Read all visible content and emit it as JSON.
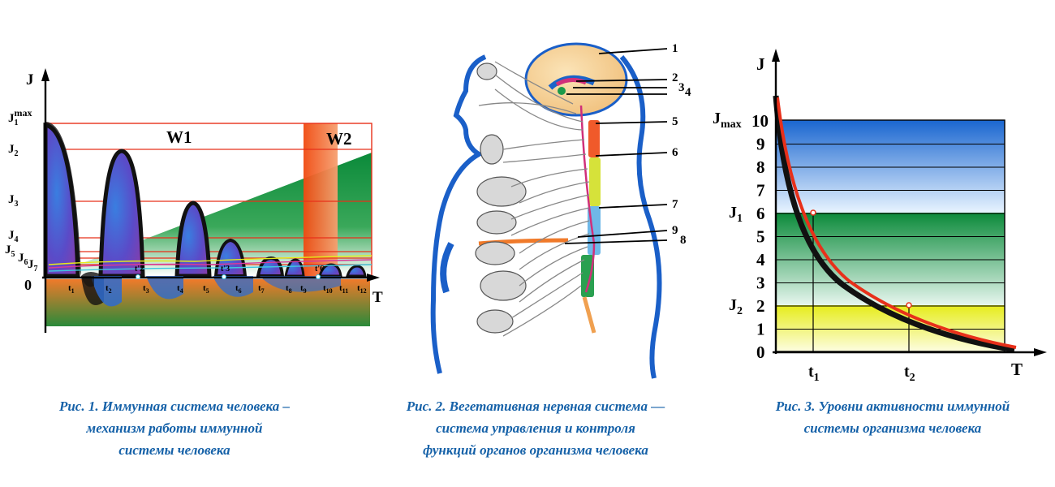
{
  "fig1": {
    "caption": "Рис. 1. Иммунная система человека –\nмеханизм работы иммунной\nсистемы человека",
    "y_axis": "J",
    "x_axis": "T",
    "origin": "0",
    "zones": [
      "W1",
      "W2"
    ],
    "levels": [
      {
        "key": "J1max",
        "base": "J",
        "sub": "1",
        "sup": "max"
      },
      {
        "key": "J2",
        "base": "J",
        "sub": "2"
      },
      {
        "key": "J3",
        "base": "J",
        "sub": "3"
      },
      {
        "key": "J4",
        "base": "J",
        "sub": "4"
      },
      {
        "key": "J5",
        "base": "J",
        "sub": "5"
      },
      {
        "key": "J6",
        "base": "J",
        "sub": "6"
      },
      {
        "key": "J7",
        "base": "J",
        "sub": "7"
      }
    ],
    "time_marks": [
      "t1",
      "t2",
      "t3",
      "t4",
      "t5",
      "t6",
      "t7",
      "t8",
      "t9",
      "t10",
      "t11",
      "t12"
    ],
    "upper_marks": [
      "t'2",
      "t'3",
      "t'6"
    ]
  },
  "fig2": {
    "caption": "Рис. 2. Вегетативная нервная система —\nсистема управления и контроля\nфункций органов организма человека",
    "callouts": [
      "1",
      "2",
      "3",
      "4",
      "5",
      "6",
      "7",
      "9",
      "8"
    ]
  },
  "fig3": {
    "caption": "Рис. 3. Уровни активности иммунной\nсистемы организма человека",
    "y_axis": "J",
    "x_axis": "T",
    "jmax": {
      "base": "J",
      "sub": "max"
    },
    "j1": {
      "base": "J",
      "sub": "1"
    },
    "j2": {
      "base": "J",
      "sub": "2"
    },
    "y_ticks": [
      "0",
      "1",
      "2",
      "3",
      "4",
      "5",
      "6",
      "7",
      "8",
      "9",
      "10"
    ],
    "x_ticks": [
      {
        "base": "t",
        "sub": "1"
      },
      {
        "base": "t",
        "sub": "2"
      }
    ]
  },
  "colors": {
    "caption": "#1561a8",
    "red_curve": "#e8301a",
    "orange": "#f07a2a",
    "green": "#0b8a3a",
    "blue": "#2a6ed6",
    "yellow": "#e6ec1a"
  }
}
